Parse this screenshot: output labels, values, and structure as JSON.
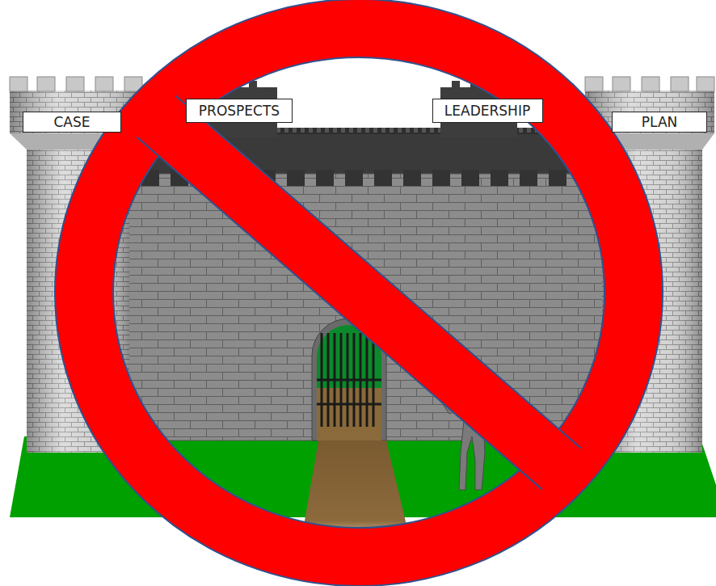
{
  "diagram": {
    "nodes": [
      {
        "text": [
          "CASE"
        ]
      },
      {
        "text": [
          "PROSPECTS"
        ]
      },
      {
        "text": [
          "LEADERSHIP"
        ]
      },
      {
        "text": [
          "PLAN"
        ]
      }
    ]
  }
}
